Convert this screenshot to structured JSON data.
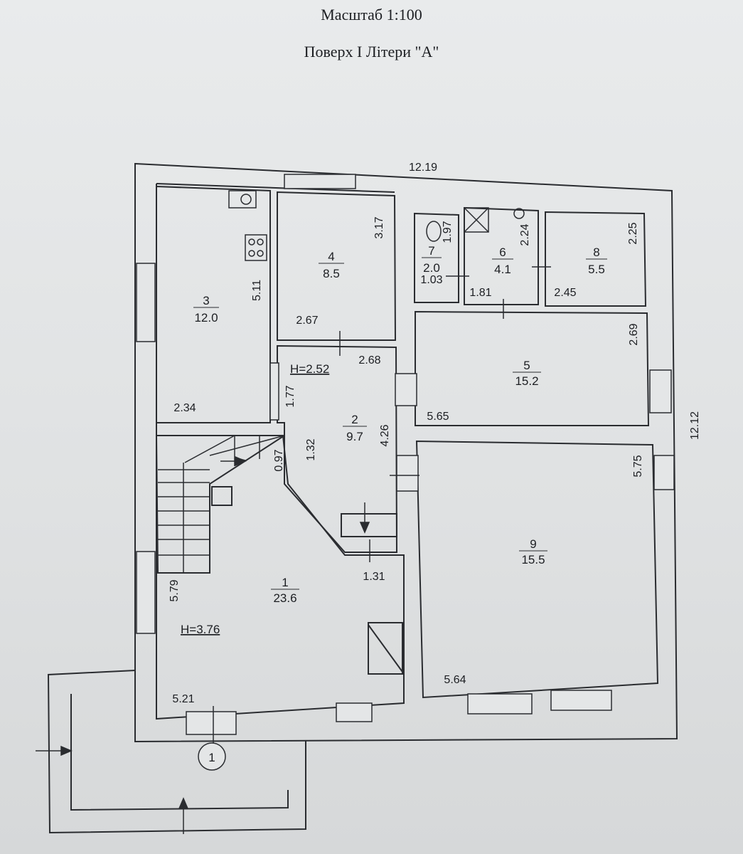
{
  "header": {
    "scale": "Масштаб 1:100",
    "floor_title": "Поверх I Літери \"А\""
  },
  "overall": {
    "width": "12.19",
    "depth": "12.12"
  },
  "rooms": [
    {
      "num": "1",
      "area": "23.6"
    },
    {
      "num": "2",
      "area": "9.7"
    },
    {
      "num": "3",
      "area": "12.0"
    },
    {
      "num": "4",
      "area": "8.5"
    },
    {
      "num": "5",
      "area": "15.2"
    },
    {
      "num": "6",
      "area": "4.1"
    },
    {
      "num": "7",
      "area": "2.0"
    },
    {
      "num": "8",
      "area": "5.5"
    },
    {
      "num": "9",
      "area": "15.5"
    }
  ],
  "dimensions": {
    "r3_width": "2.34",
    "r3_len": "5.11",
    "r4_width": "2.67",
    "r4_len": "3.17",
    "r2_width": "2.68",
    "r2_len_a": "1.77",
    "r2_len_b": "1.32",
    "r2_len_c": "4.26",
    "r1_stair": "0.97",
    "r1_passage": "1.31",
    "r1_len": "5.79",
    "r1_width": "5.21",
    "r7_len": "1.97",
    "r7_width": "1.03",
    "r6_len": "2.24",
    "r6_width": "1.81",
    "r8_len": "2.25",
    "r8_width": "2.45",
    "r5_len": "2.69",
    "r5_width": "5.65",
    "r9_len": "5.75",
    "r9_width": "5.64"
  },
  "heights": {
    "h1": "H=3.76",
    "h2": "H=2.52"
  },
  "entrance_marker": "1"
}
